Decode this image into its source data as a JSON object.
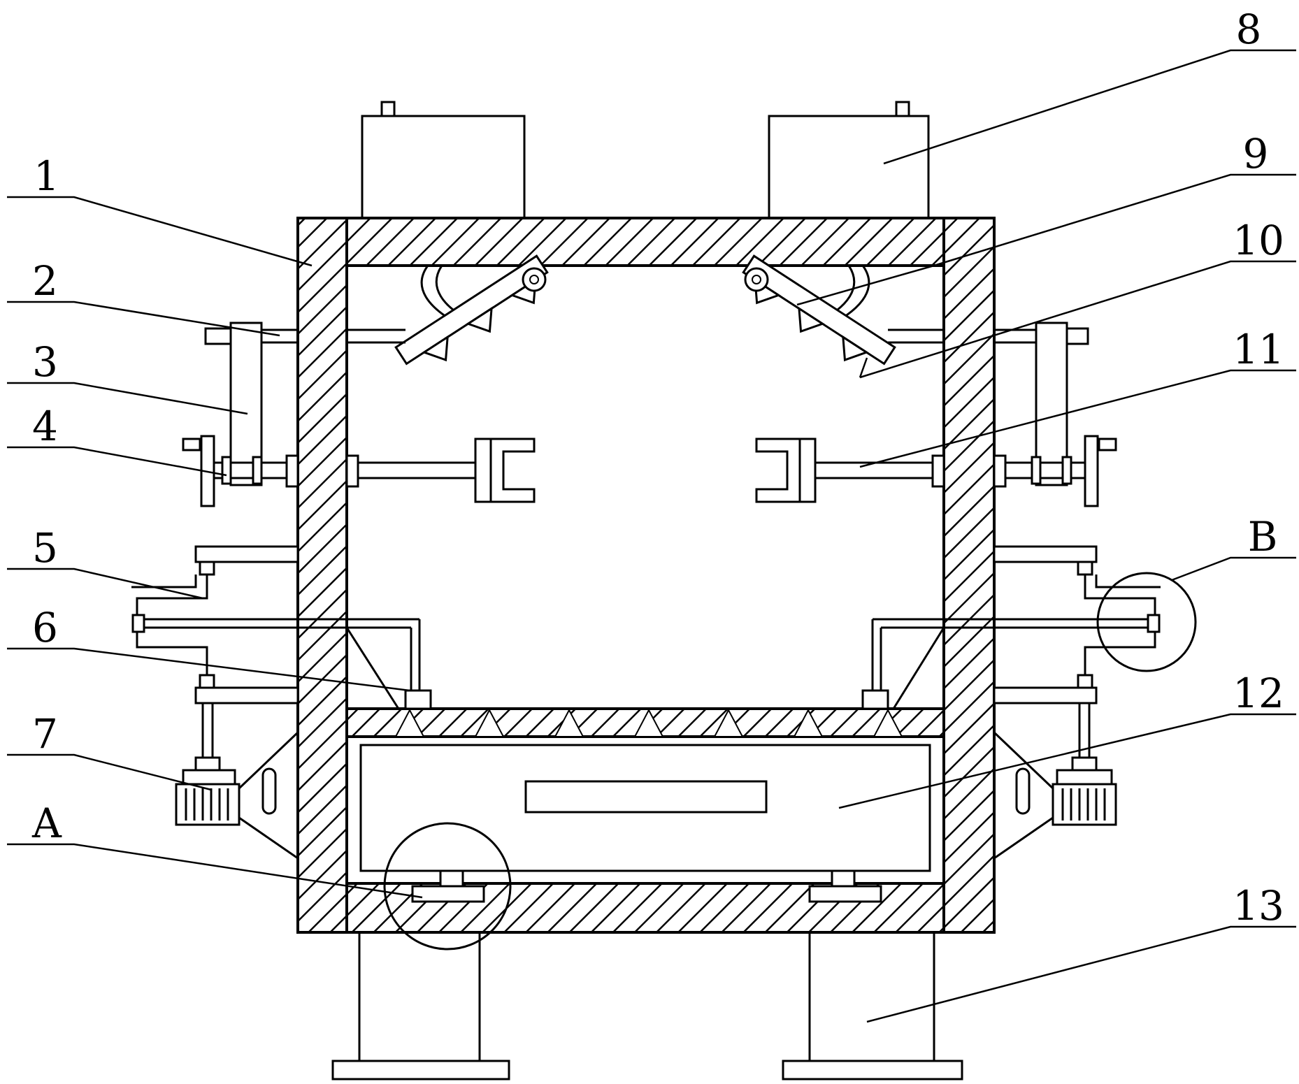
{
  "callouts": [
    {
      "id": "1",
      "text": "1"
    },
    {
      "id": "2",
      "text": "2"
    },
    {
      "id": "3",
      "text": "3"
    },
    {
      "id": "4",
      "text": "4"
    },
    {
      "id": "5",
      "text": "5"
    },
    {
      "id": "6",
      "text": "6"
    },
    {
      "id": "7",
      "text": "7"
    },
    {
      "id": "A",
      "text": "A"
    },
    {
      "id": "8",
      "text": "8"
    },
    {
      "id": "9",
      "text": "9"
    },
    {
      "id": "10",
      "text": "10"
    },
    {
      "id": "11",
      "text": "11"
    },
    {
      "id": "B",
      "text": "B"
    },
    {
      "id": "12",
      "text": "12"
    },
    {
      "id": "13",
      "text": "13"
    }
  ]
}
